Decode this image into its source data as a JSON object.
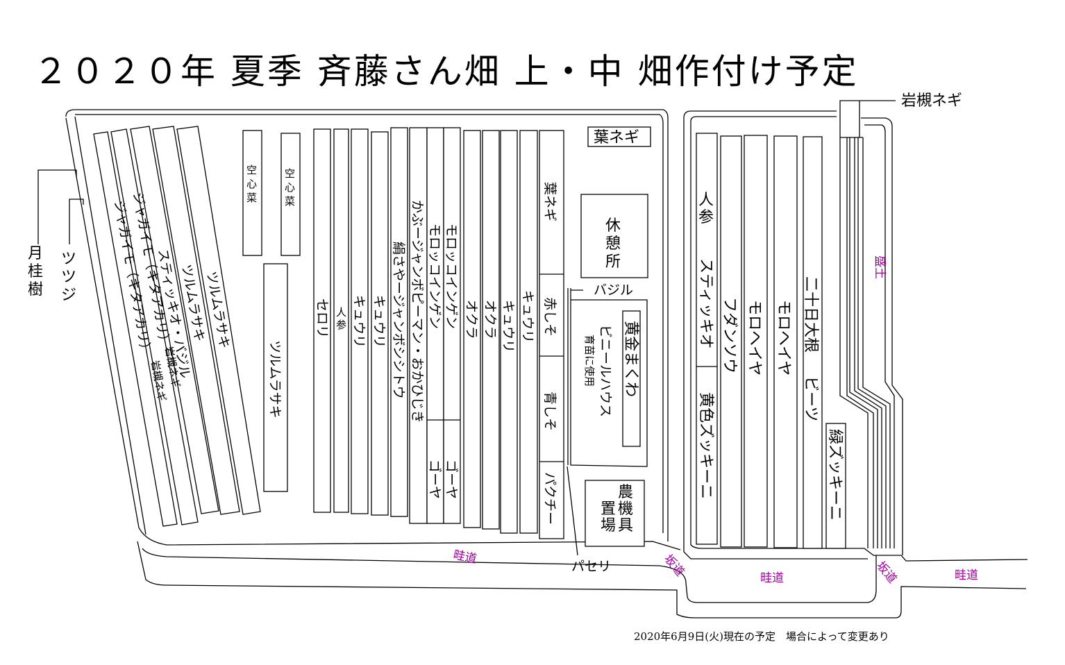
{
  "title": "２０２０年 夏季 斉藤さん畑 上・中 畑作付け予定",
  "footer": "2020年6月9日(火)現在の予定　場合によって変更あり",
  "labels": {
    "gekkeiju": "月桂樹",
    "tsutsuji": "ツツジ",
    "iwatsuki_negi_top": "岩槻ネギ",
    "jaga1": "ジャガイモ（キタアカリ）",
    "jaga1_sub": "岩槻ネギ",
    "jaga2": "ジャガイモ（キタアカリ）",
    "jaga2_sub": "岩槻ネギ",
    "stick_basil": "スティッキオ・バジル",
    "tsuru1": "ツルムラサキ",
    "tsuru2": "ツルムラサキ",
    "kuushin1": "空心菜",
    "kuushin2": "空心菜",
    "tsuru3": "ツルムラサキ",
    "celery": "セロリ",
    "ninjin1": "人参",
    "kyuuri1": "キュウリ",
    "kyuuri2": "キュウリ",
    "kinusaya": "絹さやージャンボシシトウ",
    "kabu": "かぶージャンボピーマン・おかひじき",
    "moro1": "モロッコインゲン",
    "moro2": "モロッコインゲン",
    "goya1": "ゴーヤ",
    "goya2": "ゴーヤ",
    "okra1": "オクラ",
    "okra2": "オクラ",
    "kyuuri3": "キュウリ",
    "kyuuri4": "キュウリ",
    "hanegi_col": "葉ネギ",
    "akashiso": "赤しそ",
    "aoshiso": "青しそ",
    "pakuchi": "パクチー",
    "hanegi_box": "葉ネギ",
    "kyuukeisho": "休憩所",
    "basil": "バジル",
    "oogon": "黄金まくわ",
    "vinyl": "ビニールハウス",
    "ikubyou": "育苗に使用",
    "nouki": "農機具置場",
    "paseri": "パセリ",
    "sakamichi1": "坂道",
    "sakamichi2": "坂道",
    "aze1": "畦道",
    "aze2": "畦道",
    "aze3": "畦道",
    "ninjin2": "人参",
    "stickio": "スティッキオ",
    "kiiro": "黄色ズッキーニ",
    "fudan": "フダンソウ",
    "morohe1": "モロヘイヤ",
    "morohe2": "モロヘイヤ",
    "hatsuka": "二十日大根",
    "beets": "ビーツ",
    "midori": "緑ズッキーニ",
    "morido": "盛土"
  },
  "colors": {
    "stroke": "#000000",
    "path_label": "#a000a0"
  }
}
